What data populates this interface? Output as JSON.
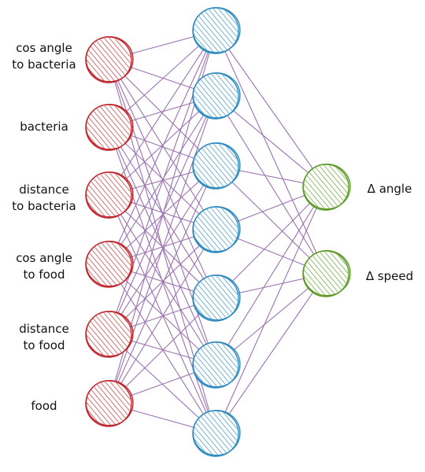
{
  "colors": {
    "input": "#c0272d",
    "hidden": "#2e8bc0",
    "output": "#5a9a22",
    "edge": "#9b72b0"
  },
  "inputs": [
    {
      "lines": [
        "cos angle",
        "to bacteria"
      ]
    },
    {
      "lines": [
        "bacteria"
      ]
    },
    {
      "lines": [
        "distance",
        "to bacteria"
      ]
    },
    {
      "lines": [
        "cos angle",
        "to food"
      ]
    },
    {
      "lines": [
        "distance",
        "to food"
      ]
    },
    {
      "lines": [
        "food"
      ]
    }
  ],
  "hidden_count": 7,
  "outputs": [
    {
      "lines": [
        "Δ angle"
      ]
    },
    {
      "lines": [
        "Δ speed"
      ]
    }
  ]
}
